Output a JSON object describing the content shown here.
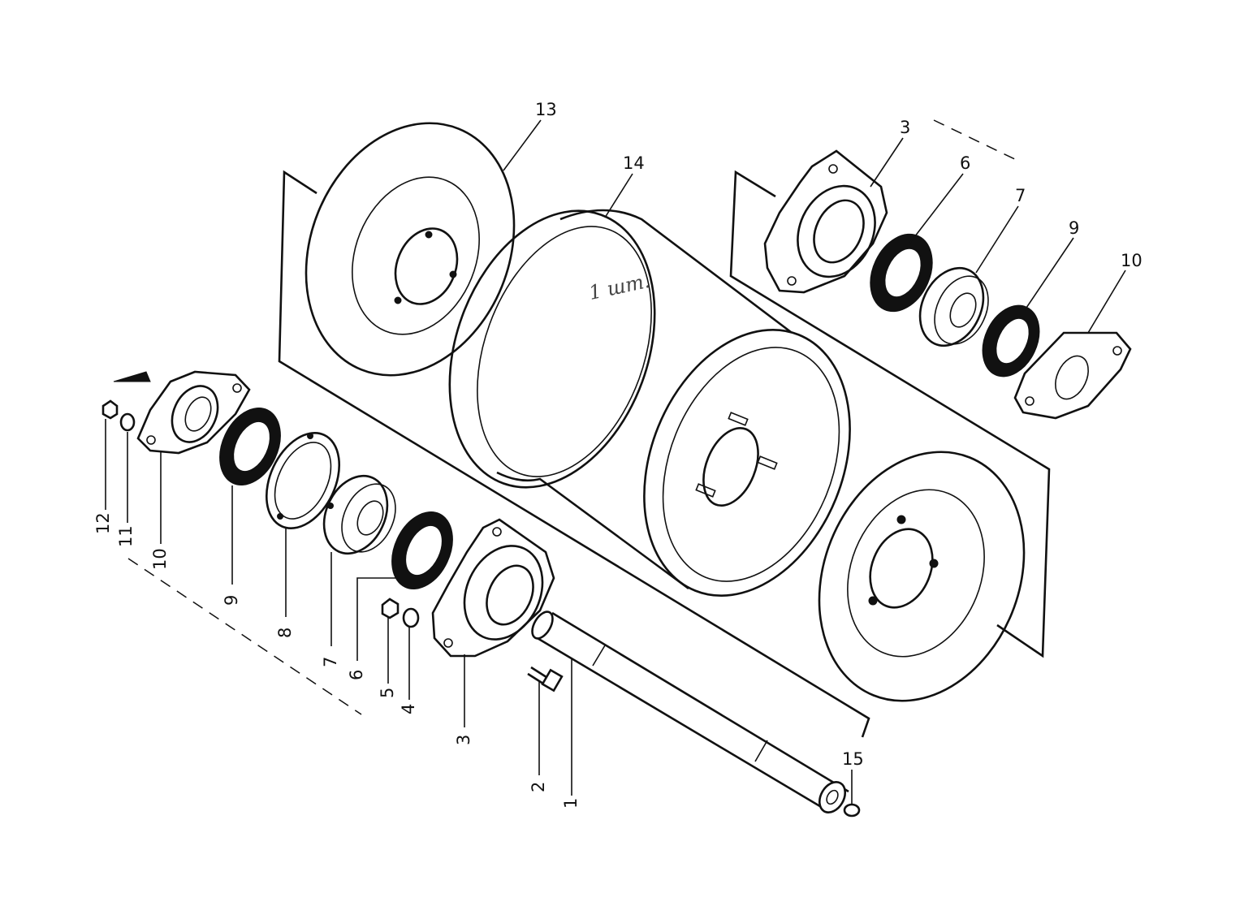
{
  "figure": {
    "handwritten_note": "1 шт.",
    "callouts": [
      {
        "part": "13",
        "name": "end-disc-left"
      },
      {
        "part": "14",
        "name": "drum-shell"
      },
      {
        "part": "3",
        "name": "flange-housing-right"
      },
      {
        "part": "6",
        "name": "seal-ring-right"
      },
      {
        "part": "7",
        "name": "ball-bearing-right"
      },
      {
        "part": "9",
        "name": "seal-ring-outer-right"
      },
      {
        "part": "10",
        "name": "end-cover-right"
      },
      {
        "part": "12",
        "name": "nut-left"
      },
      {
        "part": "11",
        "name": "washer-left"
      },
      {
        "part": "10",
        "name": "end-cover-left"
      },
      {
        "part": "9",
        "name": "seal-ring-outer-left"
      },
      {
        "part": "8",
        "name": "retaining-plate"
      },
      {
        "part": "7",
        "name": "ball-bearing-left"
      },
      {
        "part": "6",
        "name": "seal-ring-left"
      },
      {
        "part": "5",
        "name": "nut"
      },
      {
        "part": "4",
        "name": "washer"
      },
      {
        "part": "3",
        "name": "flange-housing-left"
      },
      {
        "part": "2",
        "name": "bolt"
      },
      {
        "part": "1",
        "name": "shaft"
      },
      {
        "part": "15",
        "name": "key"
      }
    ]
  }
}
